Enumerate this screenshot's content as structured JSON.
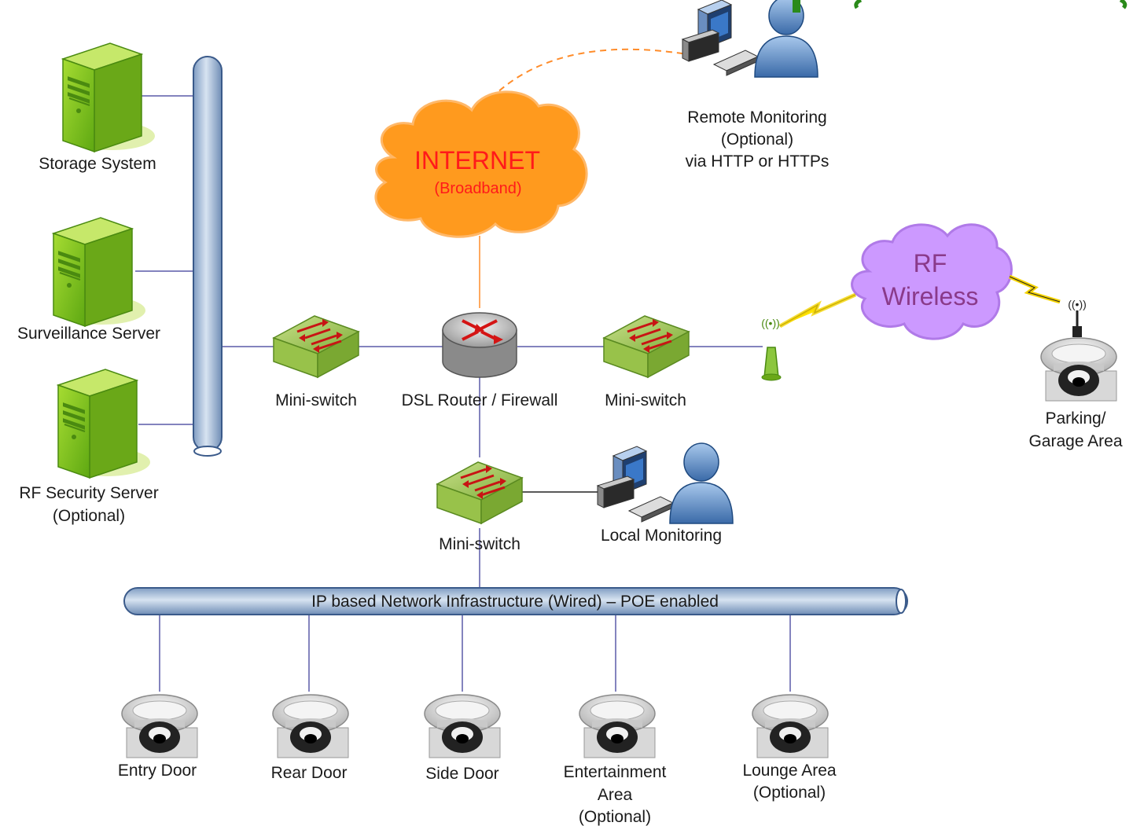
{
  "labels": {
    "storage": "Storage System",
    "surveillance": "Surveillance Server",
    "rf_server_1": "RF Security Server",
    "rf_server_2": "(Optional)",
    "internet": "INTERNET",
    "internet_sub": "(Broadband)",
    "remote_1": "Remote Monitoring",
    "remote_2": "(Optional)",
    "remote_3": "via HTTP or HTTPs",
    "rf_wireless_1": "RF",
    "rf_wireless_2": "Wireless",
    "switch_left": "Mini-switch",
    "router": "DSL Router / Firewall",
    "switch_right": "Mini-switch",
    "switch_bottom": "Mini-switch",
    "local": "Local Monitoring",
    "parking_1": "Parking/",
    "parking_2": "Garage Area",
    "bus": "IP based Network Infrastructure (Wired) – POE enabled",
    "cam_entry": "Entry Door",
    "cam_rear": "Rear Door",
    "cam_side": "Side Door",
    "cam_ent_1": "Entertainment",
    "cam_ent_2": "Area",
    "cam_ent_3": "(Optional)",
    "cam_lounge_1": "Lounge Area",
    "cam_lounge_2": "(Optional)"
  },
  "colors": {
    "server_green": "#7fc31c",
    "cloud_orange": "#ff9a1e",
    "cloud_purple": "#cc99ff",
    "pipe_blue": "#9fb9d8",
    "line_blue": "#5a5aa8",
    "internet_text": "#ff1a1a",
    "rf_text": "#8a3a8a"
  }
}
